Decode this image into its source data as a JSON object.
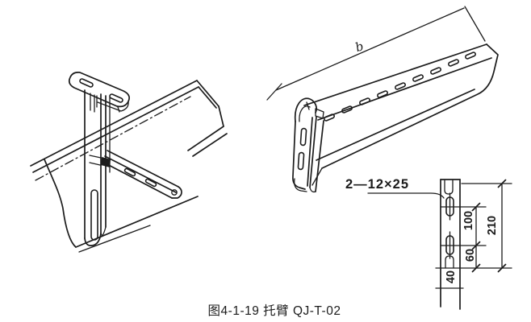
{
  "figure": {
    "caption": "图4-1-19 托臂 QJ-T-02"
  },
  "arm_view": {
    "length_label": "b"
  },
  "detail_view": {
    "slot_spec_label": "2—12×25",
    "dim_100": "100",
    "dim_210": "210",
    "dim_60": "60",
    "dim_40": "40"
  },
  "colors": {
    "ink": "#1c1c1c",
    "paper": "#ffffff"
  }
}
